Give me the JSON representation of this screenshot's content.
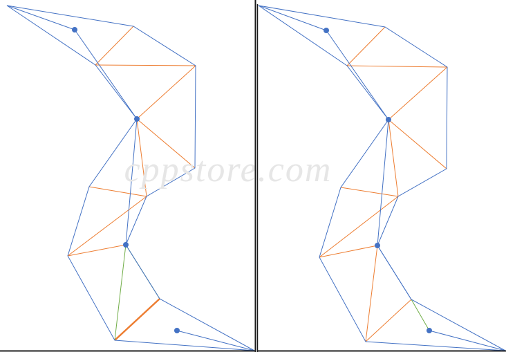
{
  "figure": {
    "watermark": "cppstore.com",
    "colors": {
      "background": "#ffffff",
      "outline": "#4472c4",
      "triangulation": "#ed7d31",
      "highlight": "#70ad47",
      "point": "#4472c4",
      "axis": "#000000"
    },
    "panels": [
      {
        "name": "left-panel"
      },
      {
        "name": "right-panel"
      }
    ]
  }
}
